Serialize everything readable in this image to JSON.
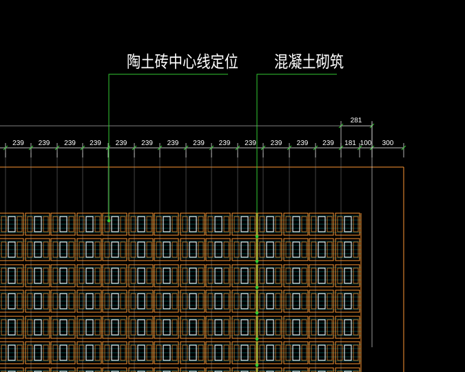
{
  "colors": {
    "background": "#000000",
    "text": "#ffffff",
    "leader": "#33cc33",
    "brick": "#ff9933",
    "wall_outline": "#ff9933",
    "dim_line": "#ffffff",
    "hatch": "#00aaaa"
  },
  "labels": {
    "brick_centerline": "陶土砖中心线定位",
    "concrete_masonry": "混凝土砌筑"
  },
  "dimensions": {
    "top_chain": [
      "281"
    ],
    "main_chain": [
      "239",
      "239",
      "239",
      "239",
      "239",
      "239",
      "239",
      "239",
      "239",
      "239",
      "239",
      "239",
      "239",
      "181",
      "100",
      "300"
    ]
  }
}
